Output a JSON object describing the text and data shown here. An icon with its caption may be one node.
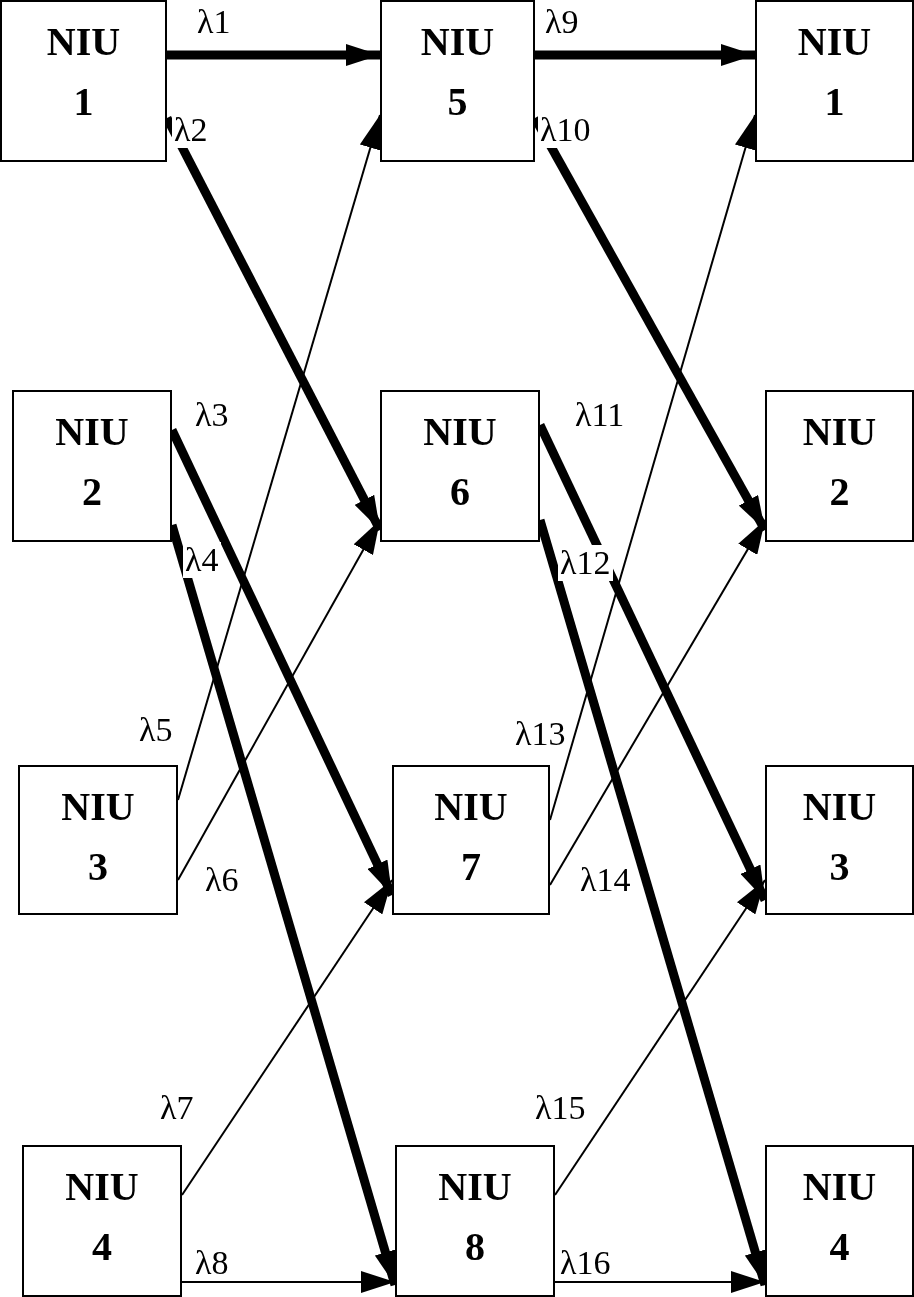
{
  "diagram": {
    "nodes": [
      {
        "text": [
          "NIU 1"
        ]
      },
      {
        "text": [
          "NIU 2"
        ]
      },
      {
        "text": [
          "NIU 3"
        ]
      },
      {
        "text": [
          "NIU 4"
        ]
      },
      {
        "text": [
          "NIU 5"
        ]
      },
      {
        "text": [
          "NIU 6"
        ]
      },
      {
        "text": [
          "NIU 7"
        ]
      },
      {
        "text": [
          "NIU 8"
        ]
      },
      {
        "text": [
          "NIU 1"
        ]
      },
      {
        "text": [
          "NIU 2"
        ]
      },
      {
        "text": [
          "NIU 3"
        ]
      },
      {
        "text": [
          "NIU 4"
        ]
      }
    ],
    "edges": [
      {
        "from": 0,
        "to": 4,
        "arrow": "to",
        "label": "λ1",
        "style": "thick"
      },
      {
        "from": 0,
        "to": 5,
        "arrow": "to",
        "label": "λ2",
        "style": "thick"
      },
      {
        "from": 1,
        "to": 6,
        "arrow": "to",
        "label": "λ3",
        "style": "thick"
      },
      {
        "from": 1,
        "to": 7,
        "arrow": "to",
        "label": "λ4",
        "style": "thick"
      },
      {
        "from": 2,
        "to": 4,
        "arrow": "to",
        "label": "λ5"
      },
      {
        "from": 2,
        "to": 5,
        "arrow": "to",
        "label": "λ6"
      },
      {
        "from": 3,
        "to": 6,
        "arrow": "to",
        "label": "λ7"
      },
      {
        "from": 3,
        "to": 7,
        "arrow": "to",
        "label": "λ8"
      },
      {
        "from": 4,
        "to": 8,
        "arrow": "to",
        "label": "λ9",
        "style": "thick"
      },
      {
        "from": 4,
        "to": 9,
        "arrow": "to",
        "label": "λ10",
        "style": "thick"
      },
      {
        "from": 5,
        "to": 10,
        "arrow": "to",
        "label": "λ11",
        "style": "thick"
      },
      {
        "from": 5,
        "to": 11,
        "arrow": "to",
        "label": "λ12",
        "style": "thick"
      },
      {
        "from": 6,
        "to": 8,
        "arrow": "to",
        "label": "λ13"
      },
      {
        "from": 6,
        "to": 9,
        "arrow": "to",
        "label": "λ14"
      },
      {
        "from": 7,
        "to": 10,
        "arrow": "to",
        "label": "λ15"
      },
      {
        "from": 7,
        "to": 11,
        "arrow": "to",
        "label": "λ16"
      }
    ]
  }
}
